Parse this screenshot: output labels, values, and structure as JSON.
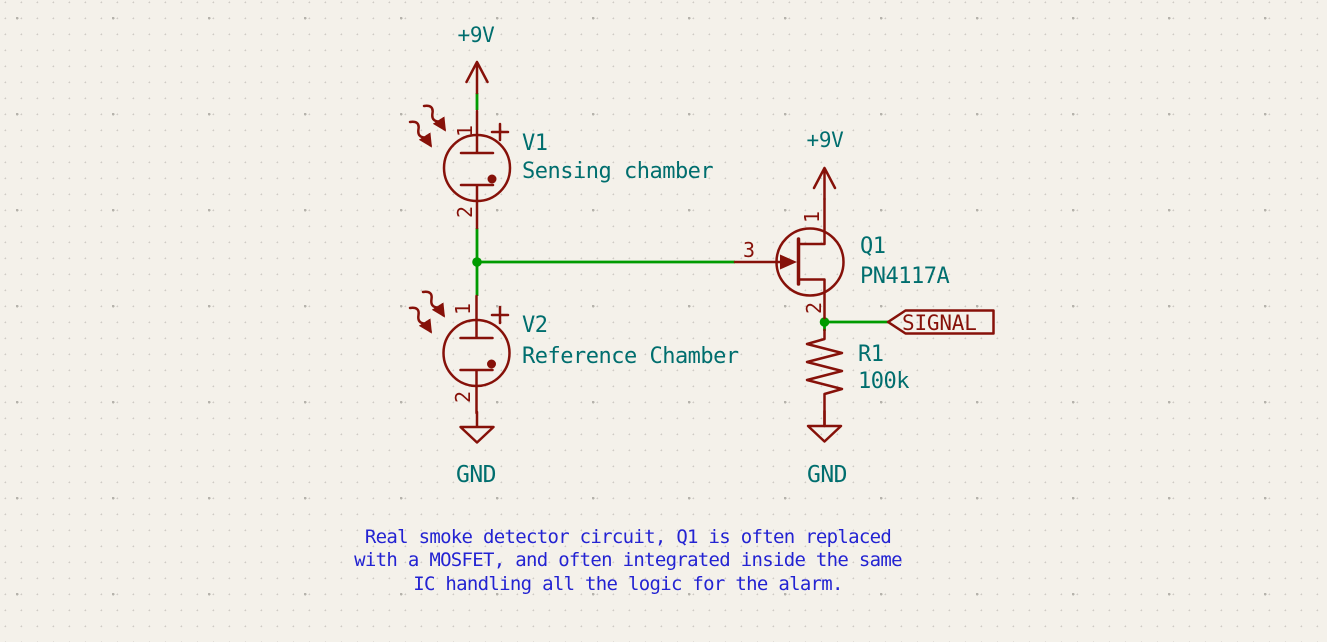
{
  "power_rails": {
    "left_top": "+9V",
    "right_top": "+9V",
    "left_gnd": "GND",
    "right_gnd": "GND"
  },
  "components": {
    "v1": {
      "reference": "V1",
      "value": "Sensing chamber",
      "pins": {
        "p1": "1",
        "p2": "2"
      }
    },
    "v2": {
      "reference": "V2",
      "value": "Reference Chamber",
      "pins": {
        "p1": "1",
        "p2": "2"
      }
    },
    "q1": {
      "reference": "Q1",
      "value": "PN4117A",
      "pins": {
        "p1": "1",
        "p2": "2",
        "p3": "3"
      }
    },
    "r1": {
      "reference": "R1",
      "value": "100k"
    }
  },
  "labels": {
    "signal": "SIGNAL"
  },
  "notes": {
    "line1": "Real smoke detector circuit, Q1 is often replaced",
    "line2": "with a MOSFET, and often integrated inside the same",
    "line3": "IC handling all the logic for the alarm."
  },
  "colors": {
    "background": "#F4F1EA",
    "symbol_outline": "#861109",
    "wire": "#009B00",
    "field_text": "#006E6E",
    "note_text": "#2323D2"
  }
}
